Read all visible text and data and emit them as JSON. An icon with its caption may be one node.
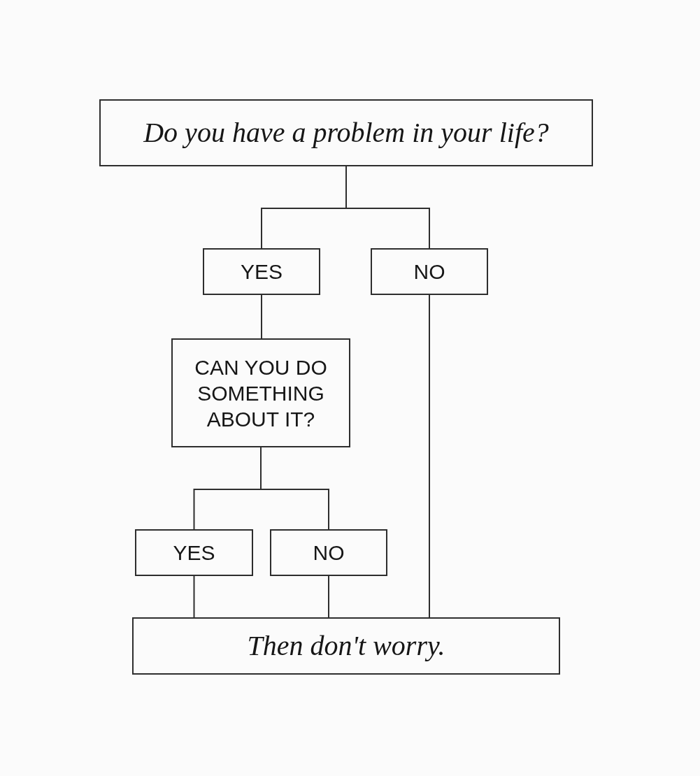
{
  "diagram": {
    "nodes": [
      {
        "text": [
          "Do you have a problem in your life?"
        ]
      },
      {
        "text": [
          "YES"
        ]
      },
      {
        "text": [
          "NO"
        ]
      },
      {
        "text": [
          "CAN YOU DO SOMETHING ABOUT IT?"
        ]
      },
      {
        "text": [
          "YES"
        ]
      },
      {
        "text": [
          "NO"
        ]
      },
      {
        "text": [
          "Then don't worry."
        ]
      }
    ],
    "edges": [
      {
        "from": 0,
        "to": 1,
        "arrow": "none"
      },
      {
        "from": 0,
        "to": 2,
        "arrow": "none"
      },
      {
        "from": 1,
        "to": 3,
        "arrow": "none"
      },
      {
        "from": 2,
        "to": 6,
        "arrow": "none"
      },
      {
        "from": 3,
        "to": 4,
        "arrow": "none"
      },
      {
        "from": 3,
        "to": 5,
        "arrow": "none"
      },
      {
        "from": 4,
        "to": 6,
        "arrow": "none"
      },
      {
        "from": 5,
        "to": 6,
        "arrow": "none"
      }
    ]
  }
}
